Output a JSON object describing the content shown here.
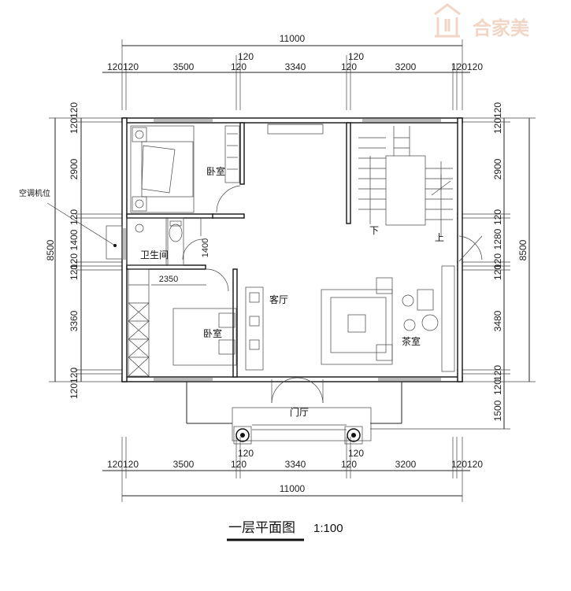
{
  "watermark": {
    "brand": "合家美"
  },
  "dimensions": {
    "overall_width": "11000",
    "overall_height": "8500",
    "top_row": [
      "120",
      "120",
      "3500",
      "120",
      "3340",
      "120",
      "3200",
      "120",
      "120"
    ],
    "top_stacked": [
      "120",
      "120"
    ],
    "bottom_row": [
      "120",
      "120",
      "3500",
      "120",
      "3340",
      "120",
      "3200",
      "120",
      "120"
    ],
    "bottom_stacked": [
      "120",
      "120"
    ],
    "left_col": [
      "120",
      "120",
      "2900",
      "120",
      "1400",
      "120",
      "120",
      "3360",
      "120",
      "120"
    ],
    "right_col": [
      "120",
      "120",
      "2900",
      "120",
      "1280",
      "120",
      "120",
      "3480",
      "120",
      "120",
      "1500"
    ],
    "inner_2350": "2350",
    "inner_1400": "1400"
  },
  "rooms": {
    "bedroom_top": "卧室",
    "bathroom": "卫生间",
    "living": "客厅",
    "bedroom_bottom": "卧室",
    "tea_room": "茶室",
    "foyer": "门厅",
    "stair_down": "下",
    "stair_up": "上",
    "ac_unit": "空调机位"
  },
  "title": {
    "name": "一层平面图",
    "scale": "1:100"
  }
}
